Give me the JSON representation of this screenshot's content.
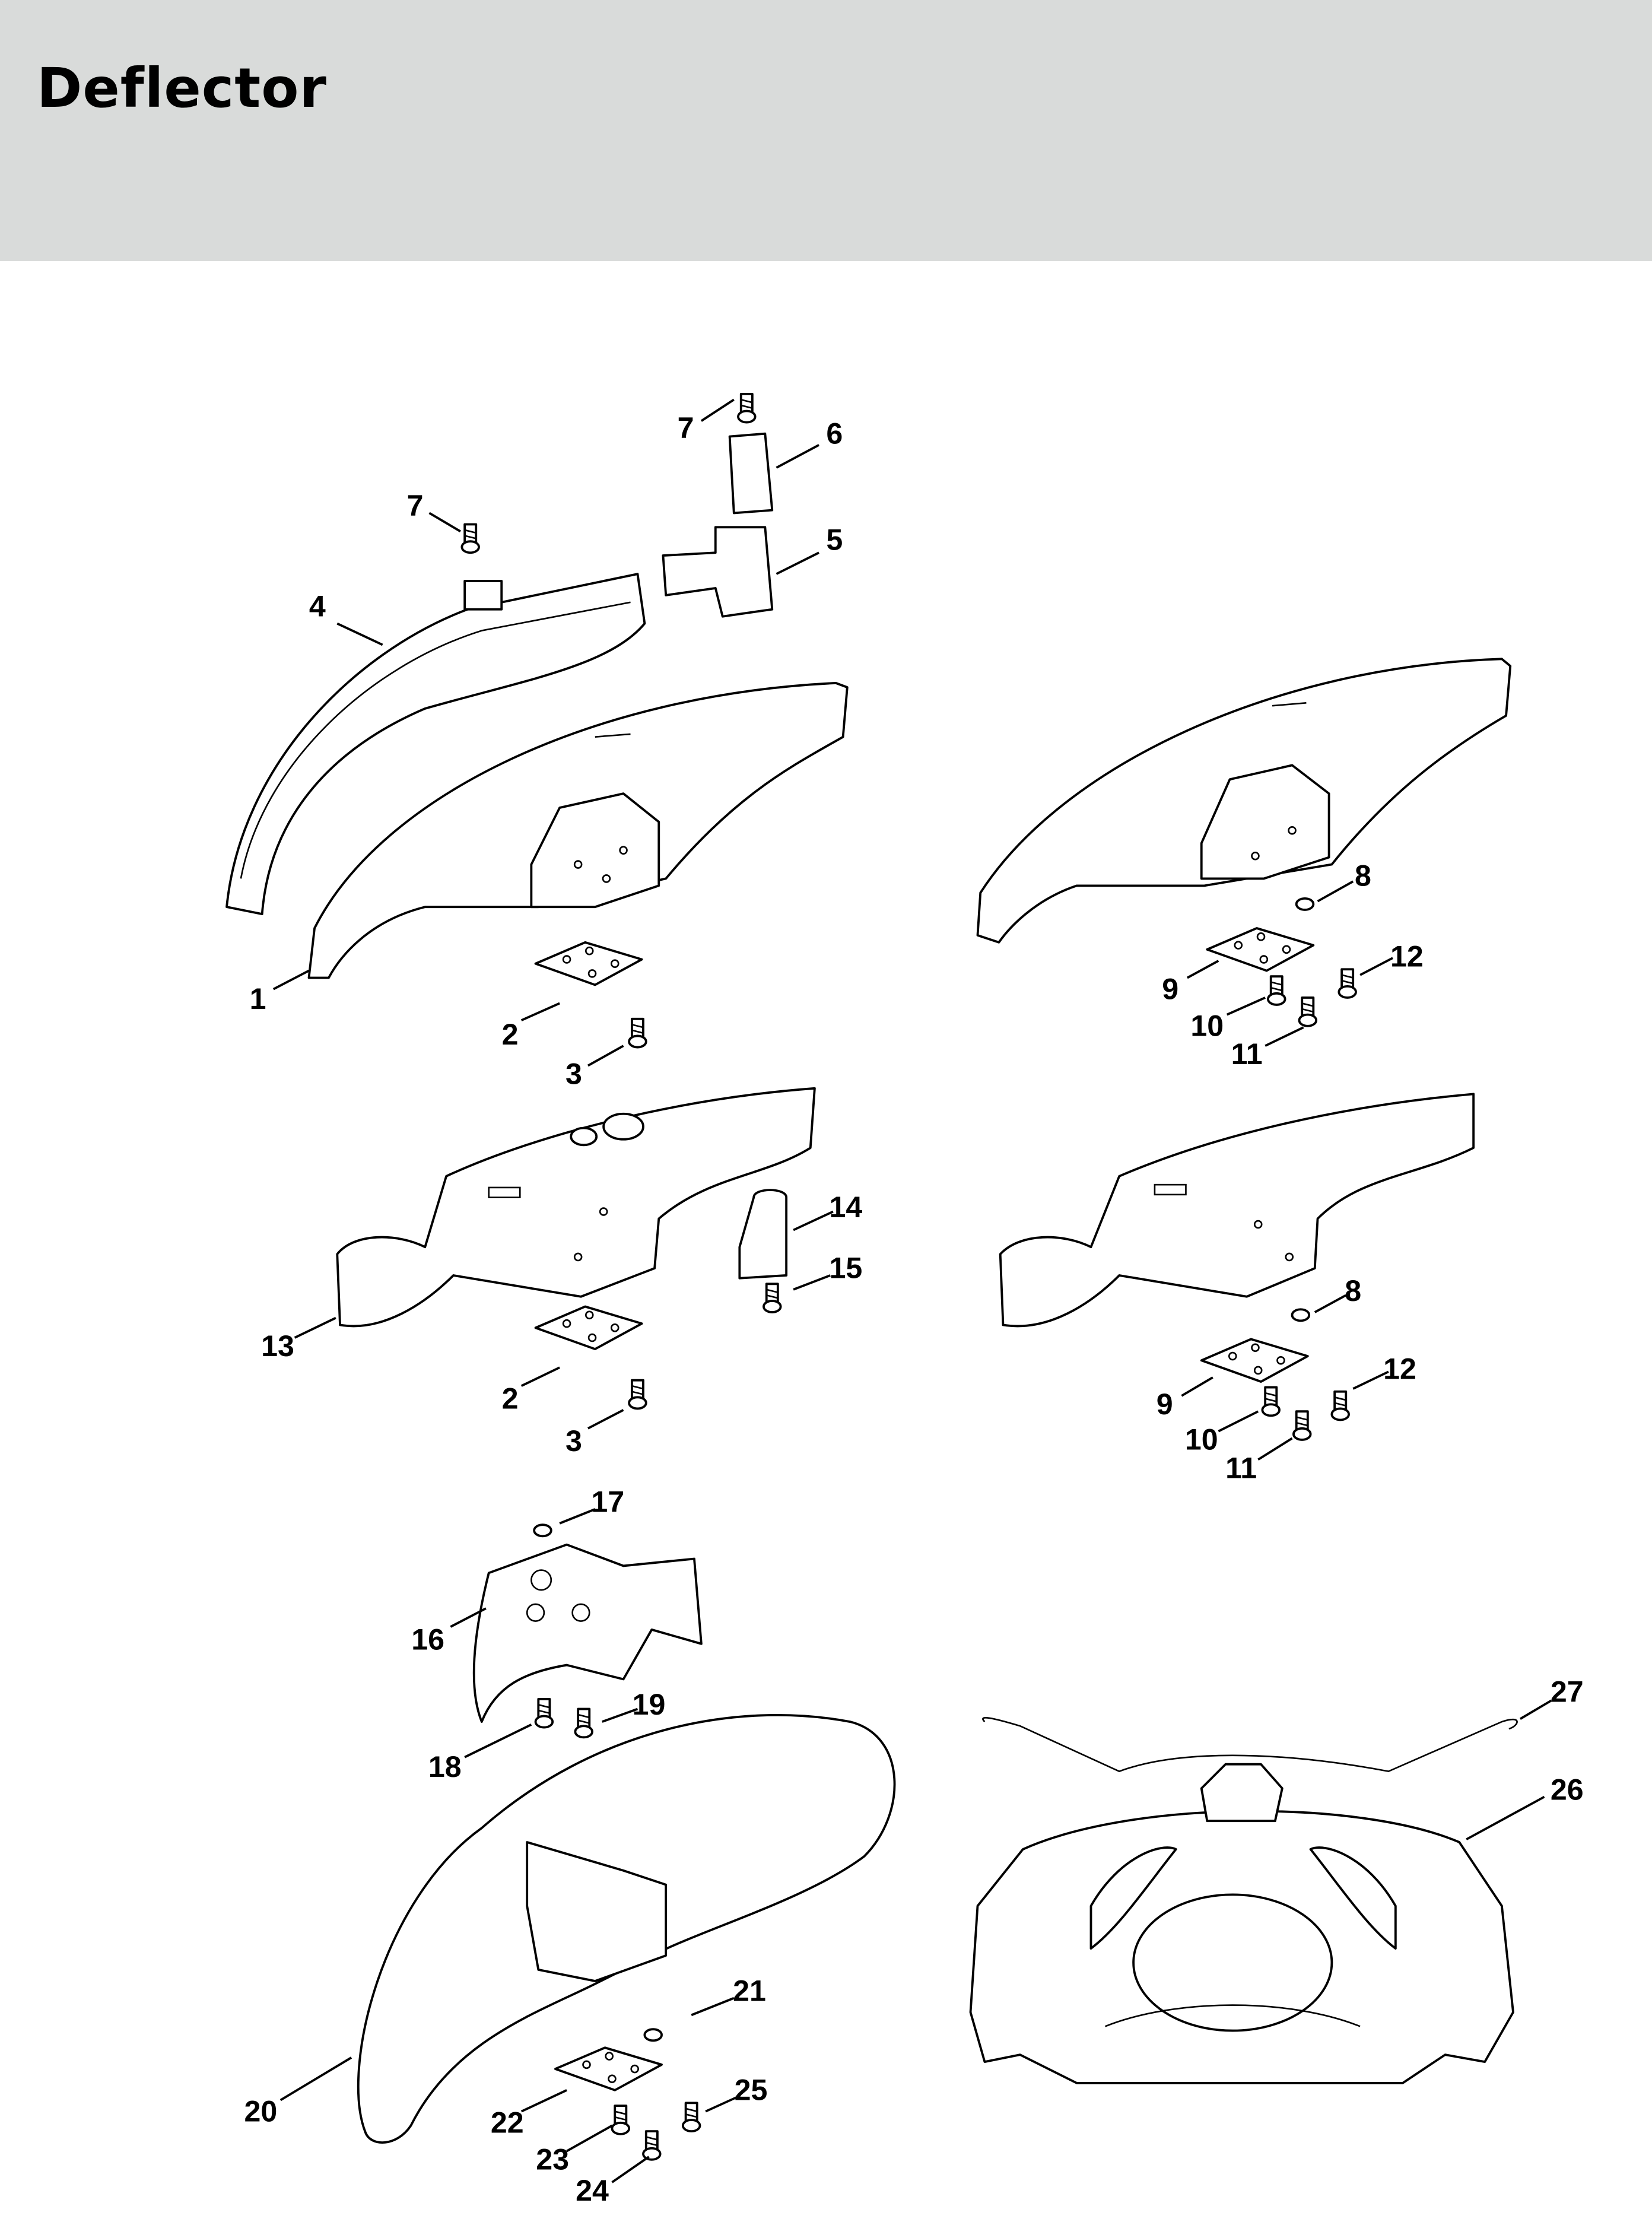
{
  "header": {
    "title": "Deflector",
    "background": "#d9dbda"
  },
  "callouts": {
    "a_7": "7",
    "b_7": "7",
    "a_6": "6",
    "a_5": "5",
    "a_4": "4",
    "a_1": "1",
    "a_2": "2",
    "a_3": "3",
    "a_8": "8",
    "a_12": "12",
    "a_9": "9",
    "a_10": "10",
    "a_11": "11",
    "a_14": "14",
    "a_15": "15",
    "a_13": "13",
    "b_2": "2",
    "b_3": "3",
    "b_8": "8",
    "b_12": "12",
    "b_9": "9",
    "b_10": "10",
    "b_11": "11",
    "a_17": "17",
    "a_16": "16",
    "a_19": "19",
    "a_18": "18",
    "a_27": "27",
    "a_26": "26",
    "a_21": "21",
    "a_20": "20",
    "a_22": "22",
    "a_25": "25",
    "a_23": "23",
    "a_24": "24"
  }
}
